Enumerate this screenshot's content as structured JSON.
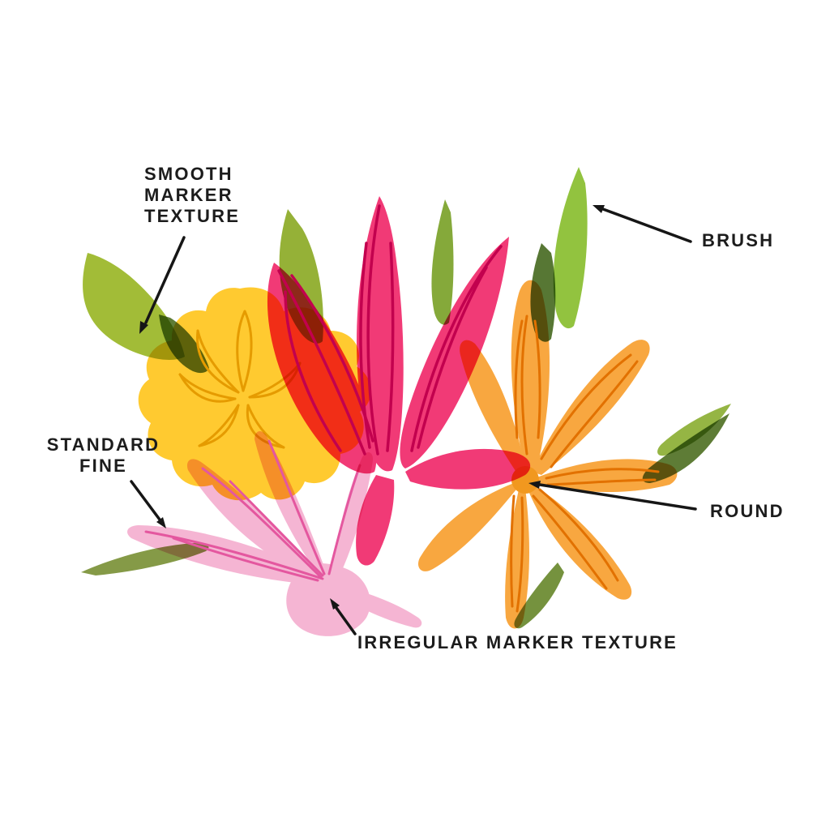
{
  "figure": {
    "type": "annotated-illustration",
    "subject": "Marker-style flower bouquet demonstrating five brush texture styles"
  },
  "annotations": {
    "smooth_marker": {
      "label": "SMOOTH\nMARKER\nTEXTURE",
      "points_to": "green leaf at upper left"
    },
    "brush": {
      "label": "BRUSH",
      "points_to": "green leaf at upper right"
    },
    "standard_fine": {
      "label": "STANDARD\nFINE",
      "points_to": "light pink petal at left"
    },
    "round": {
      "label": "ROUND",
      "points_to": "orange flower center"
    },
    "irregular_marker": {
      "label": "IRREGULAR MARKER TEXTURE",
      "points_to": "light pink flower petal at bottom"
    }
  },
  "palette": {
    "background": "#FFFFFF",
    "label_text": "#1C1C1C",
    "arrow": "#161616",
    "yellow_flower": "#FFC61E",
    "yellow_vein": "#E59B00",
    "magenta_flower": "#F01E63",
    "magenta_vein": "#C2014E",
    "orange_flower": "#F89B25",
    "orange_vein": "#E27100",
    "orange_center": "#F08A00",
    "pink_flower": "#F4A8CC",
    "pink_vein": "#E4579F",
    "leaf_bright": "#9DB92C",
    "leaf_green": "#8CC034",
    "leaf_mid": "#7EA42F",
    "leaf_slender": "#8FAD2C",
    "leaf_olive": "#6E8C33",
    "leaf_olive2": "#7E953D",
    "leaf_sage": "#8FB13A",
    "leaf_dark": "#4E7029",
    "leaf_dark2": "#55752B"
  }
}
